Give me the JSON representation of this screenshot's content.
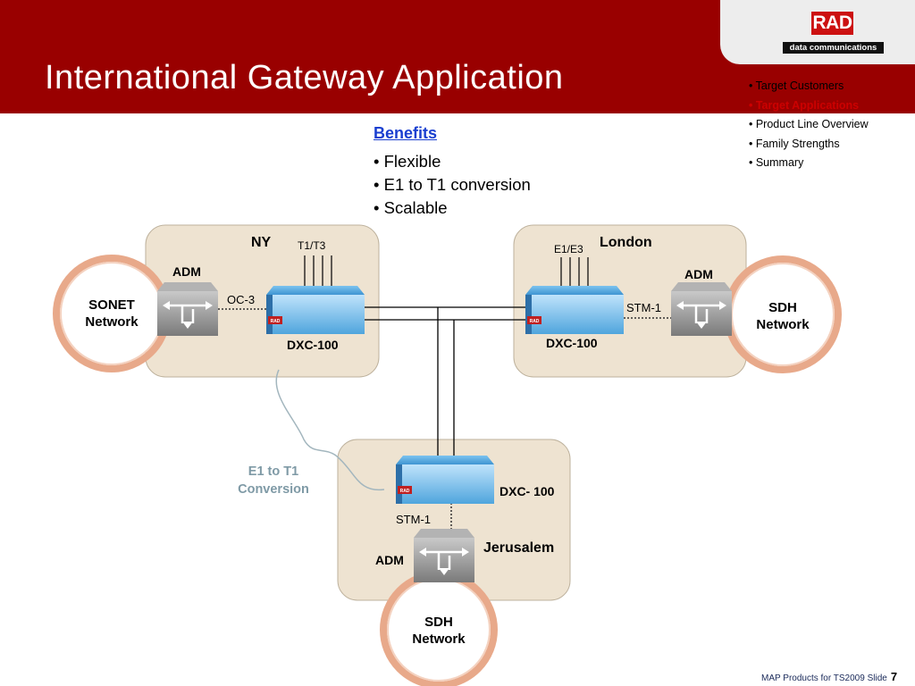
{
  "header": {
    "title": "International Gateway Application"
  },
  "logo": {
    "brand": "RAD",
    "tagline": "data communications"
  },
  "nav": {
    "items": [
      {
        "label": "• Target Customers",
        "active": false
      },
      {
        "label": "• Target Applications",
        "active": true
      },
      {
        "label": "• Product Line Overview",
        "active": false
      },
      {
        "label": "• Family Strengths",
        "active": false
      },
      {
        "label": "• Summary",
        "active": false
      }
    ]
  },
  "benefits": {
    "heading": "Benefits",
    "items": [
      "• Flexible",
      "• E1 to T1 conversion",
      "• Scalable"
    ]
  },
  "diagram": {
    "ny": {
      "city": "NY",
      "adm": "ADM",
      "network": [
        "SONET",
        "Network"
      ],
      "link": "OC-3",
      "tributary": "T1/T3",
      "device": "DXC-100"
    },
    "london": {
      "city": "London",
      "adm": "ADM",
      "network": [
        "SDH",
        "Network"
      ],
      "link": "STM-1",
      "tributary": "E1/E3",
      "device": "DXC-100"
    },
    "jerusalem": {
      "city": "Jerusalem",
      "adm": "ADM",
      "network": [
        "SDH",
        "Network"
      ],
      "link": "STM-1",
      "device": "DXC- 100"
    },
    "annotation": [
      "E1 to T1",
      "Conversion"
    ],
    "device_badge": "RAD",
    "colors": {
      "site_fill": "#eee3d1",
      "ring": "#e8a98a",
      "device_blue": "#4fa5dd",
      "adm_gray": "#8d8d8d",
      "annotation": "#7f9aa6"
    }
  },
  "footer": {
    "text": "MAP Products for TS2009  Slide",
    "page": "7"
  },
  "colors": {
    "header": "#990000",
    "nav_active": "#cc0000",
    "benefits_heading": "#1a3fd0"
  }
}
